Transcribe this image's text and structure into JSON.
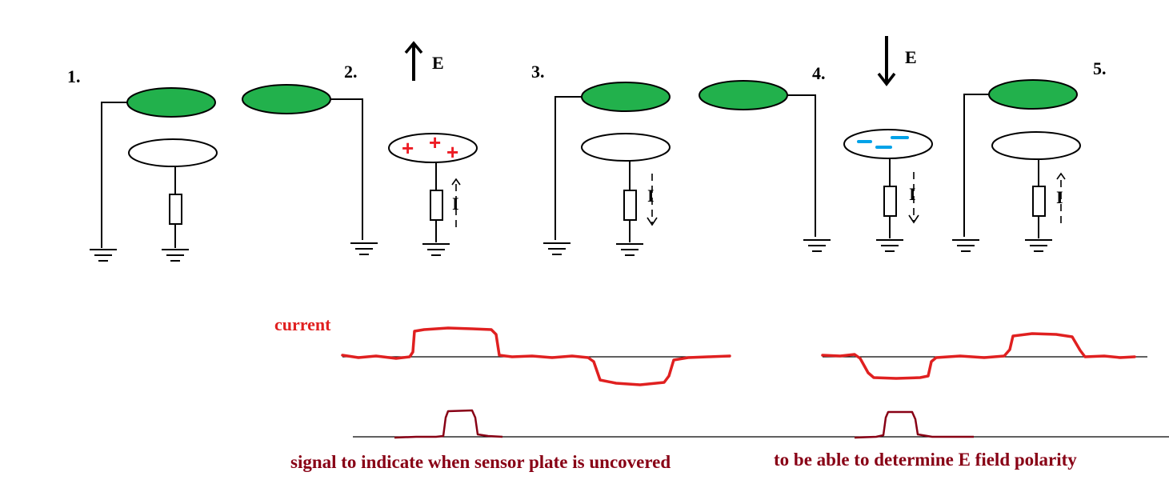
{
  "colors": {
    "plate_green": "#22b14c",
    "positive_charge": "#ed1c24",
    "negative_charge": "#00a2e8",
    "current_trace": "#e02020",
    "signal_trace": "#880015",
    "caption_text": "#880015",
    "wire": "#000000"
  },
  "panels": [
    {
      "number": "1.",
      "field": "",
      "charge_sign": "",
      "current_label": ""
    },
    {
      "number": "2.",
      "field": "E",
      "field_direction": "up",
      "charge_sign": "+",
      "current_label": "I",
      "current_direction": "up"
    },
    {
      "number": "3.",
      "field": "",
      "charge_sign": "",
      "current_label": "I",
      "current_direction": "down"
    },
    {
      "number": "4.",
      "field": "E",
      "field_direction": "down",
      "charge_sign": "-",
      "current_label": "I",
      "current_direction": "down"
    },
    {
      "number": "5.",
      "field": "",
      "charge_sign": "",
      "current_label": "I",
      "current_direction": "up"
    }
  ],
  "plot": {
    "current_label": "current",
    "caption_left": "signal to indicate when sensor plate is uncovered",
    "caption_right": "to be able to determine E field polarity"
  },
  "icons": [
    "ground-symbol",
    "resistor-symbol",
    "arrow-up-icon",
    "arrow-down-icon"
  ]
}
